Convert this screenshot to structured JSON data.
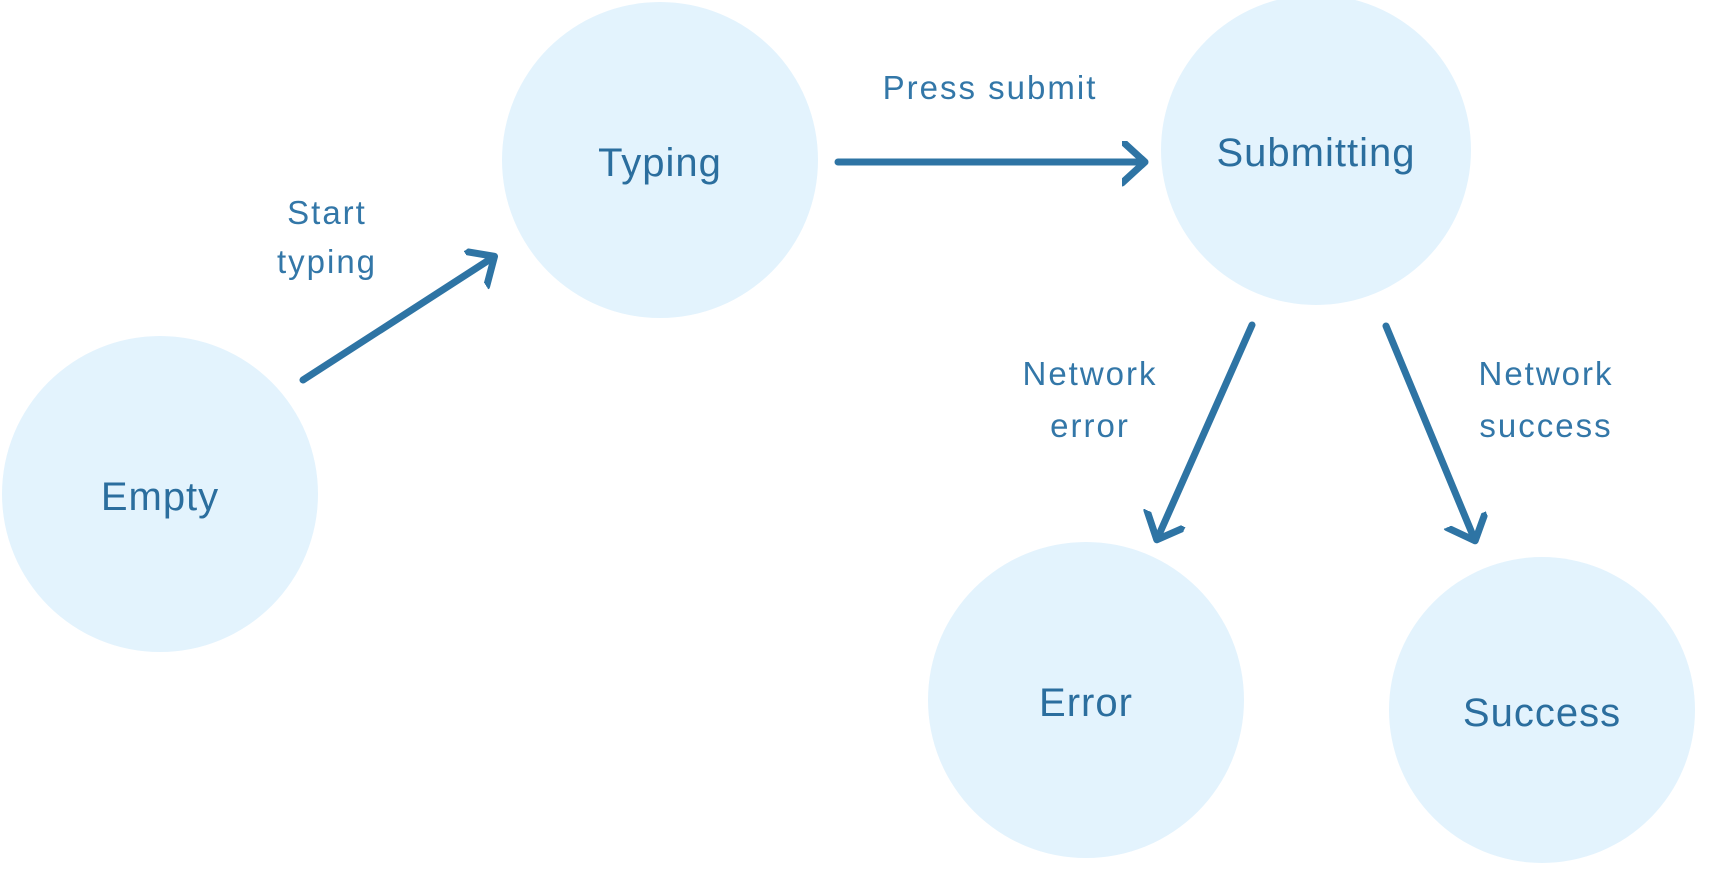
{
  "diagram": {
    "type": "state-machine",
    "states": [
      {
        "id": "empty",
        "label": "Empty"
      },
      {
        "id": "typing",
        "label": "Typing"
      },
      {
        "id": "submitting",
        "label": "Submitting"
      },
      {
        "id": "error",
        "label": "Error"
      },
      {
        "id": "success",
        "label": "Success"
      }
    ],
    "transitions": [
      {
        "from": "Empty",
        "to": "Typing",
        "label_lines": [
          "Start",
          "typing"
        ]
      },
      {
        "from": "Typing",
        "to": "Submitting",
        "label_lines": [
          "Press submit"
        ]
      },
      {
        "from": "Submitting",
        "to": "Error",
        "label_lines": [
          "Network",
          "error"
        ]
      },
      {
        "from": "Submitting",
        "to": "Success",
        "label_lines": [
          "Network",
          "success"
        ]
      }
    ]
  },
  "theme": {
    "background": "#ffffff",
    "node_fill": "#e3f3fd",
    "node_text": "#2b6e9e",
    "edge_label_text": "#3377a8",
    "arrow": "#2e74a4"
  }
}
